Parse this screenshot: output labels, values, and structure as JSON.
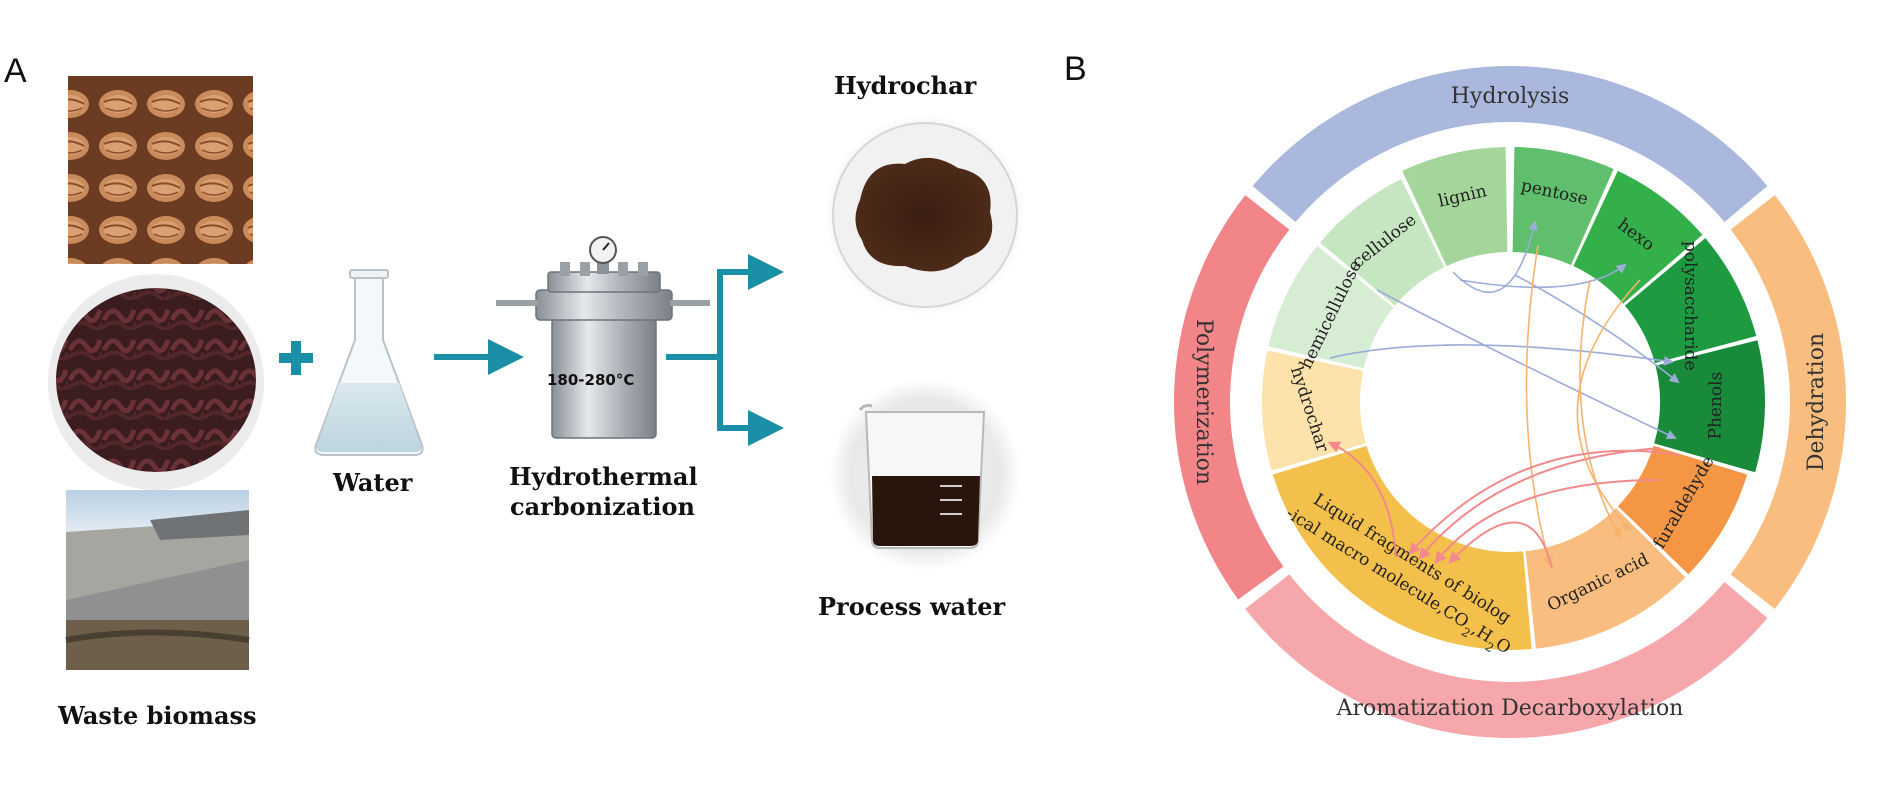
{
  "panel_a": {
    "letter": "A",
    "labels": {
      "waste_biomass": "Waste biomass",
      "water": "Water",
      "htc_line1": "Hydrothermal",
      "htc_line2": "carbonization",
      "temperature": "180-280°C",
      "hydrochar": "Hydrochar",
      "process_water": "Process water"
    },
    "colors": {
      "arrow": "#1a8fa6"
    }
  },
  "panel_b": {
    "letter": "B",
    "outer_ring": {
      "hydrolysis": "Hydrolysis",
      "dehydration": "Dehydration",
      "aromatization": "Aromatization Decarboxylation",
      "polymerization": "Polymerization"
    },
    "segments": {
      "hemicellulose": "hemicellulose",
      "cellulose": "cellulose",
      "lignin": "lignin",
      "pentose": "pentose",
      "hexo": "hexo",
      "polysaccharide": "polysaccharide",
      "phenols": "Phenols",
      "furaldehyde": "furaldehyde",
      "organic_acid": "Organic acid",
      "liquid_line1": "Liquid fragments of biolog",
      "liquid_line2": "-ical macro molecule,CO",
      "liquid_sub2": "2",
      "liquid_mid": ",H",
      "liquid_sub2b": "2",
      "liquid_end": "O",
      "hydrochar": "hydrochar"
    },
    "colors": {
      "hydrolysis": "#a9b8dc",
      "dehydration": "#f8bd7f",
      "aromatization": "#f6a7ab",
      "polymerization": "#f18587",
      "hemicellulose": "#d6ecd3",
      "cellulose": "#c6e5c1",
      "lignin": "#a4d69b",
      "pentose": "#5fbf6c",
      "hexo": "#34b04a",
      "polysaccharide": "#1e9a40",
      "phenols": "#188a3a",
      "furaldehyde": "#f49644",
      "organic_acid": "#f8bd7f",
      "liquid": "#f4c04c",
      "hydrochar": "#fde3ab",
      "arrow_blue": "#9bacd8",
      "arrow_orange": "#f6b36b",
      "arrow_red": "#f28a8d"
    }
  }
}
